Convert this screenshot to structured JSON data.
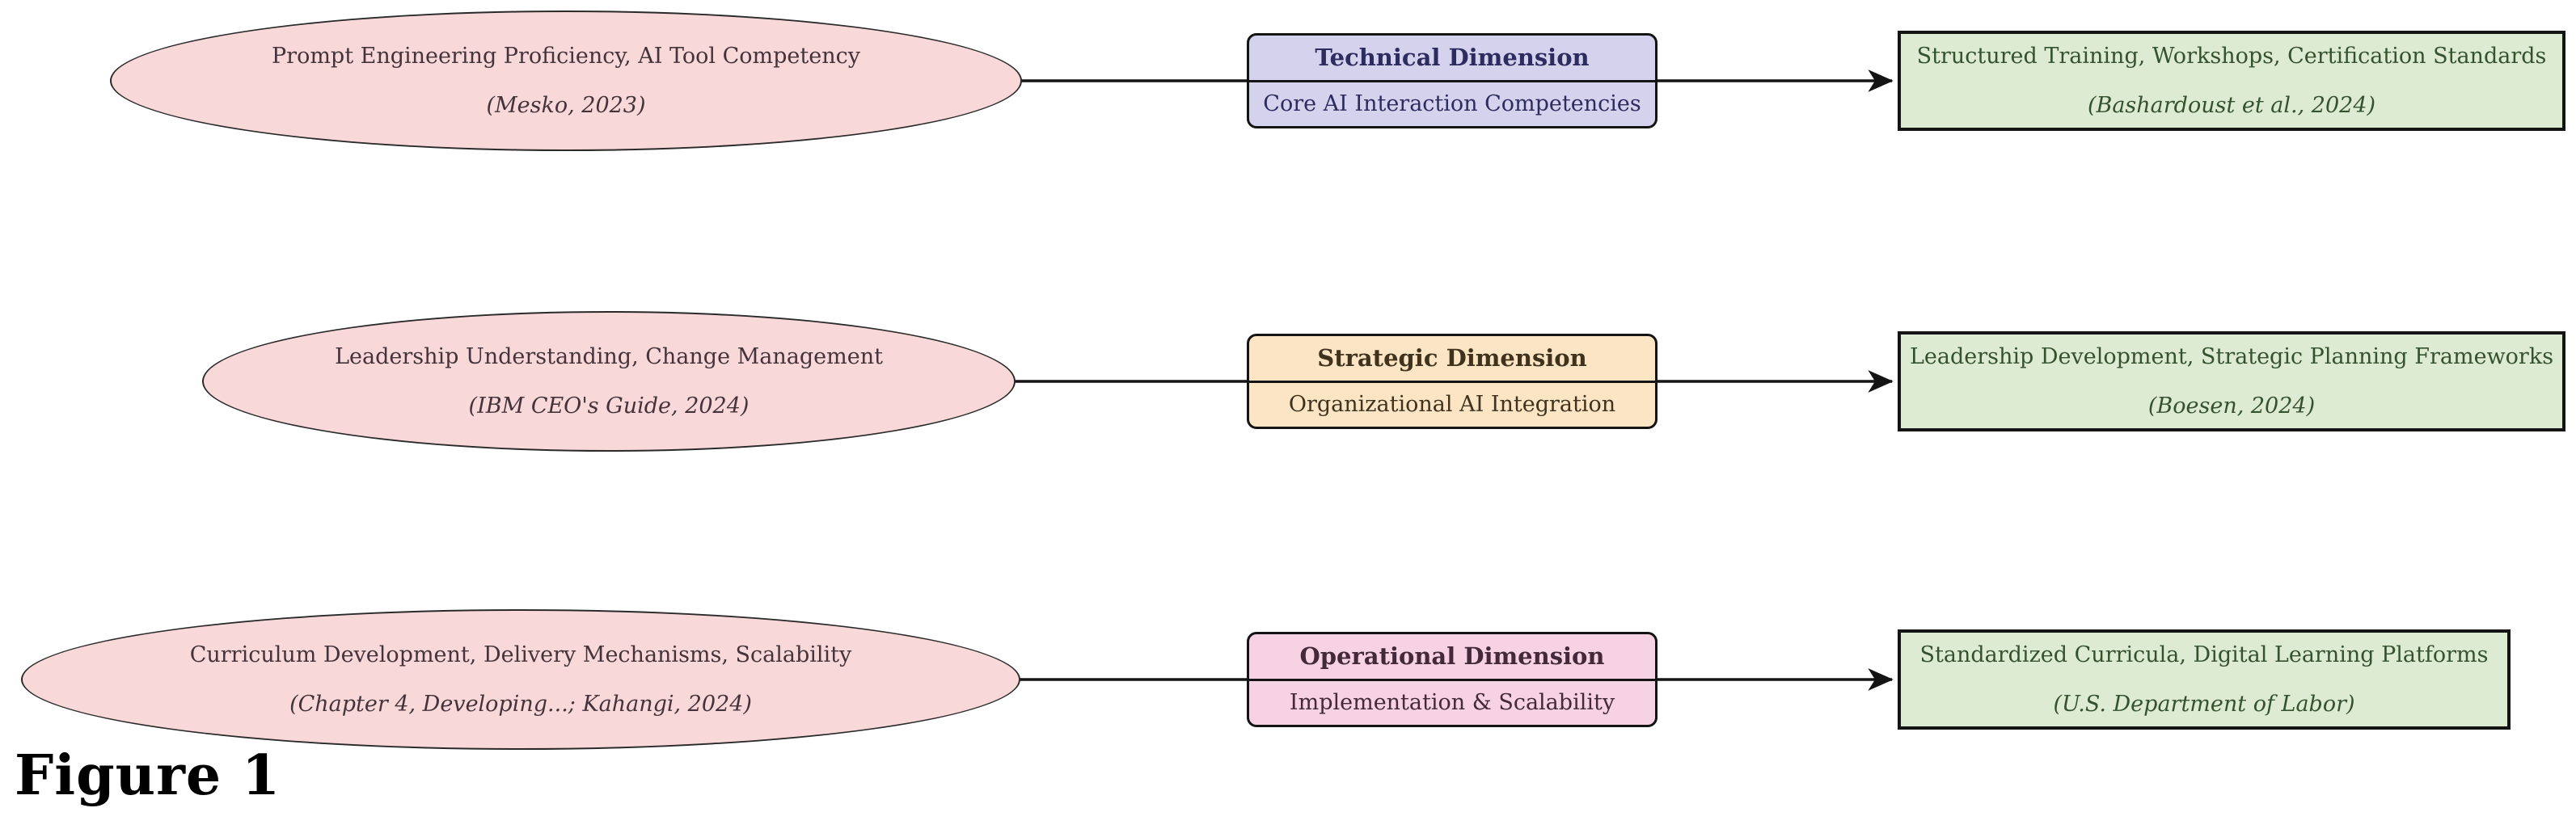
{
  "figure_label": "Figure 1",
  "colors": {
    "ellipse_fill": "#f9d8da",
    "ellipse_text": "#44343a",
    "technical_fill": "#d5d2ee",
    "technical_text": "#2c2c5e",
    "strategic_fill": "#fce5c4",
    "strategic_text": "#3f331d",
    "operational_fill": "#f7d2e2",
    "operational_text": "#43293a",
    "outcome_fill": "#ddebd2",
    "outcome_text": "#35522f",
    "line_color": "#141414",
    "page_bg": "#ffffff",
    "figure_text": "#000000"
  },
  "rows": [
    {
      "source": {
        "line1": "Prompt Engineering Proficiency, AI Tool Competency",
        "line2": "(Mesko, 2023)"
      },
      "dimension": {
        "title": "Technical Dimension",
        "subtitle": "Core AI Interaction Competencies"
      },
      "outcome": {
        "line1": "Structured Training, Workshops, Certification Standards",
        "line2": "(Bashardoust et al., 2024)"
      }
    },
    {
      "source": {
        "line1": "Leadership Understanding, Change Management",
        "line2": "(IBM CEO's Guide, 2024)"
      },
      "dimension": {
        "title": "Strategic Dimension",
        "subtitle": "Organizational AI Integration"
      },
      "outcome": {
        "line1": "Leadership Development, Strategic Planning Frameworks",
        "line2": "(Boesen, 2024)"
      }
    },
    {
      "source": {
        "line1": "Curriculum Development, Delivery Mechanisms, Scalability",
        "line2": "(Chapter 4, Developing...; Kahangi, 2024)"
      },
      "dimension": {
        "title": "Operational Dimension",
        "subtitle": "Implementation & Scalability"
      },
      "outcome": {
        "line1": "Standardized Curricula, Digital Learning Platforms",
        "line2": "(U.S. Department of Labor)"
      }
    }
  ]
}
